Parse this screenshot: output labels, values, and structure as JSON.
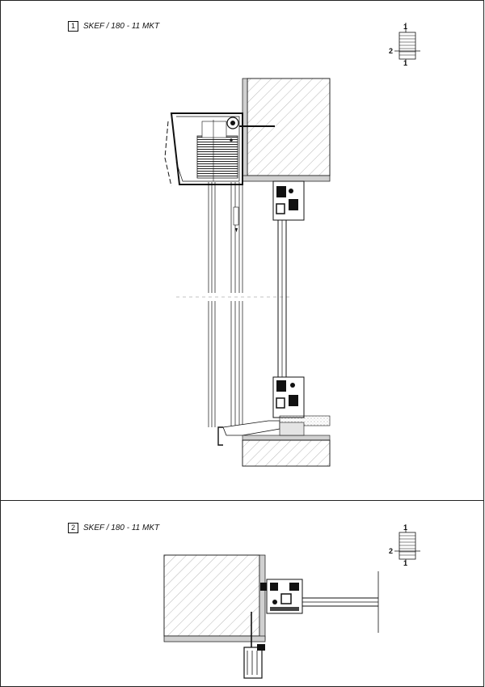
{
  "details": [
    {
      "number": "1",
      "title": "SKEF / 180 - 11 MKT",
      "key_labels": {
        "top": "1",
        "side": "2",
        "bottom": "1"
      }
    },
    {
      "number": "2",
      "title": "SKEF / 180 - 11 MKT",
      "key_labels": {
        "top": "1",
        "side": "2",
        "bottom": "1"
      }
    }
  ],
  "colors": {
    "line": "#111111",
    "wall_hatch": "#888888",
    "grey_fill": "#bfbfbf"
  }
}
